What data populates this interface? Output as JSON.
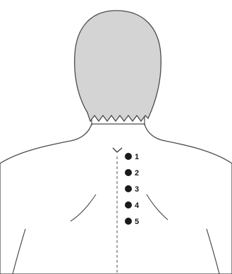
{
  "figure": {
    "points": [
      {
        "label": "1"
      },
      {
        "label": "2"
      },
      {
        "label": "3"
      },
      {
        "label": "4"
      },
      {
        "label": "5"
      }
    ]
  }
}
